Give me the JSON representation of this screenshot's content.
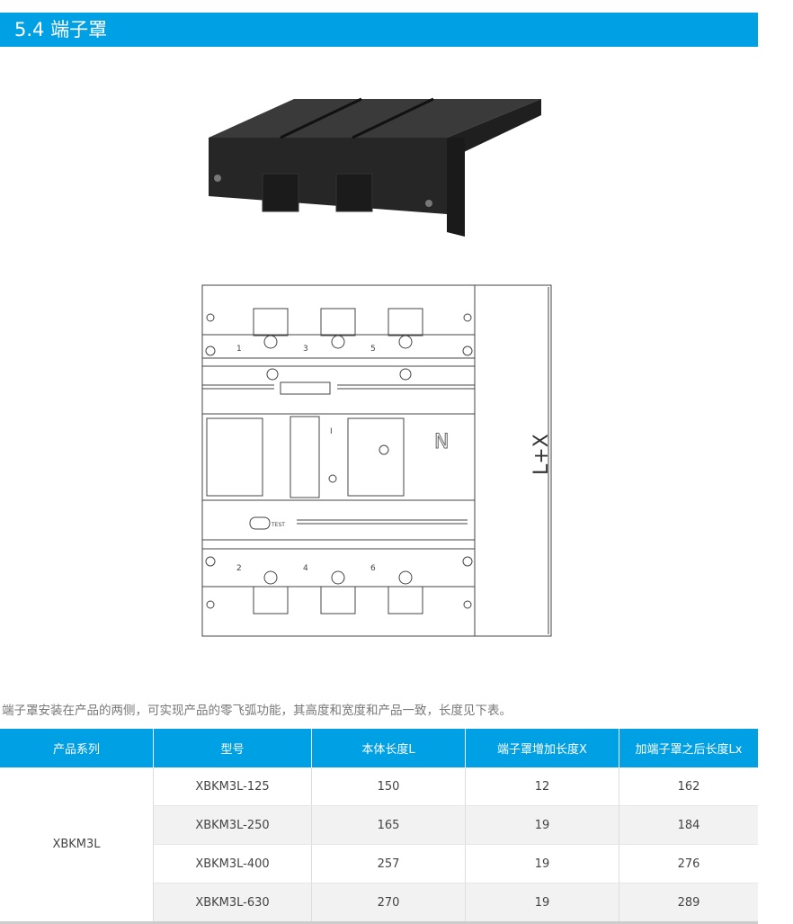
{
  "header": {
    "title": "5.4  端子罩"
  },
  "drawing": {
    "terminals_top": [
      "1",
      "3",
      "5"
    ],
    "terminals_bottom": [
      "2",
      "4",
      "6"
    ],
    "neutral": "N",
    "test": "TEST",
    "on_mark": "I",
    "dimension": "L+X"
  },
  "description": "端子罩安装在产品的两侧，可实现产品的零飞弧功能，其高度和宽度和产品一致，长度见下表。",
  "table": {
    "headers": [
      "产品系列",
      "型号",
      "本体长度L",
      "端子罩增加长度X",
      "加端子罩之后长度Lx"
    ],
    "series": "XBKM3L",
    "rows": [
      {
        "model": "XBKM3L-125",
        "L": "150",
        "X": "12",
        "Lx": "162"
      },
      {
        "model": "XBKM3L-250",
        "L": "165",
        "X": "19",
        "Lx": "184"
      },
      {
        "model": "XBKM3L-400",
        "L": "257",
        "X": "19",
        "Lx": "276"
      },
      {
        "model": "XBKM3L-630",
        "L": "270",
        "X": "19",
        "Lx": "289"
      }
    ]
  }
}
